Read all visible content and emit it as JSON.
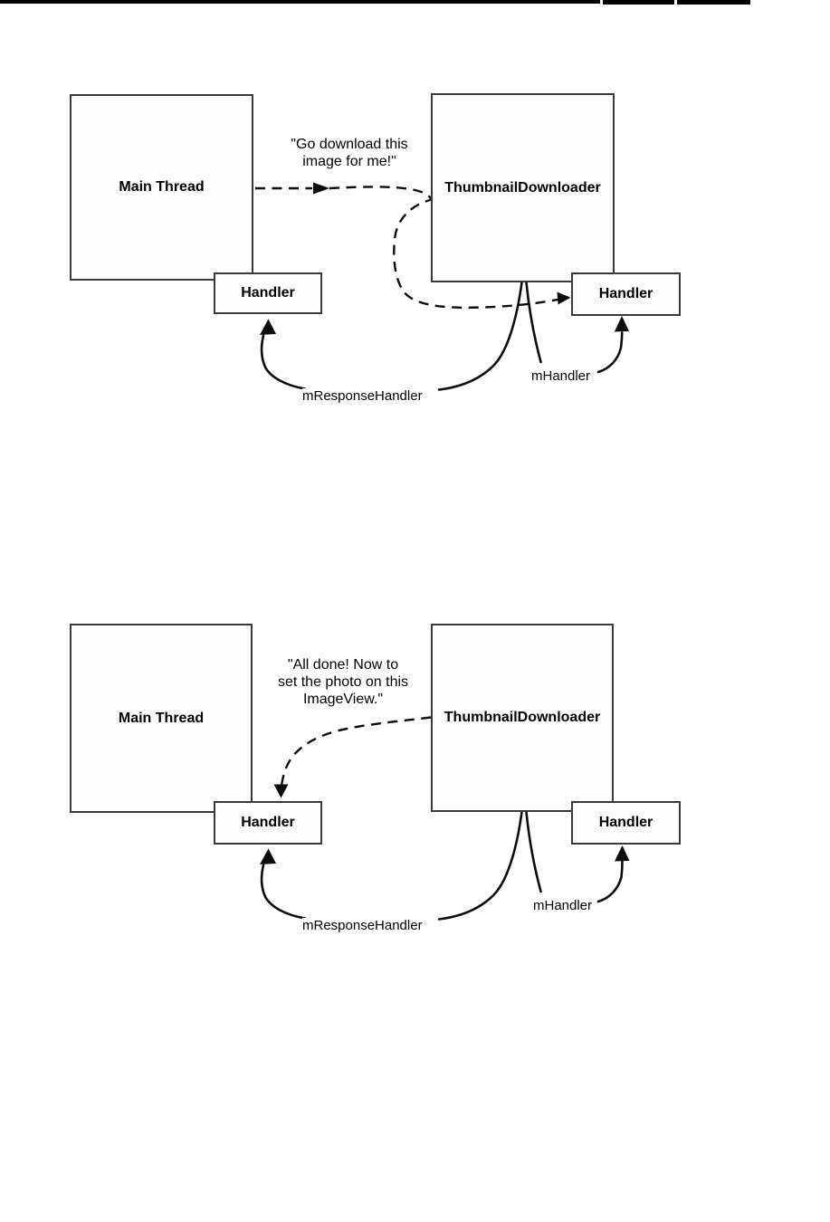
{
  "colors": {
    "background": "#ffffff",
    "header_rule": "#000000",
    "box_fill": "#fdfdfd",
    "box_border": "#3a3a3a",
    "line": "#0d0d0d"
  },
  "figure1": {
    "main_thread": "Main Thread",
    "thumbnail_downloader": "ThumbnailDownloader",
    "handler_main": "Handler",
    "handler_downloader": "Handler",
    "message": "\"Go download this\nimage for me!\"",
    "mresponse_handler": "mResponseHandler",
    "mhandler": "mHandler"
  },
  "figure2": {
    "main_thread": "Main Thread",
    "thumbnail_downloader": "ThumbnailDownloader",
    "handler_main": "Handler",
    "handler_downloader": "Handler",
    "message": "\"All done! Now to\nset the photo on this\nImageView.\"",
    "mresponse_handler": "mResponseHandler",
    "mhandler": "mHandler"
  }
}
